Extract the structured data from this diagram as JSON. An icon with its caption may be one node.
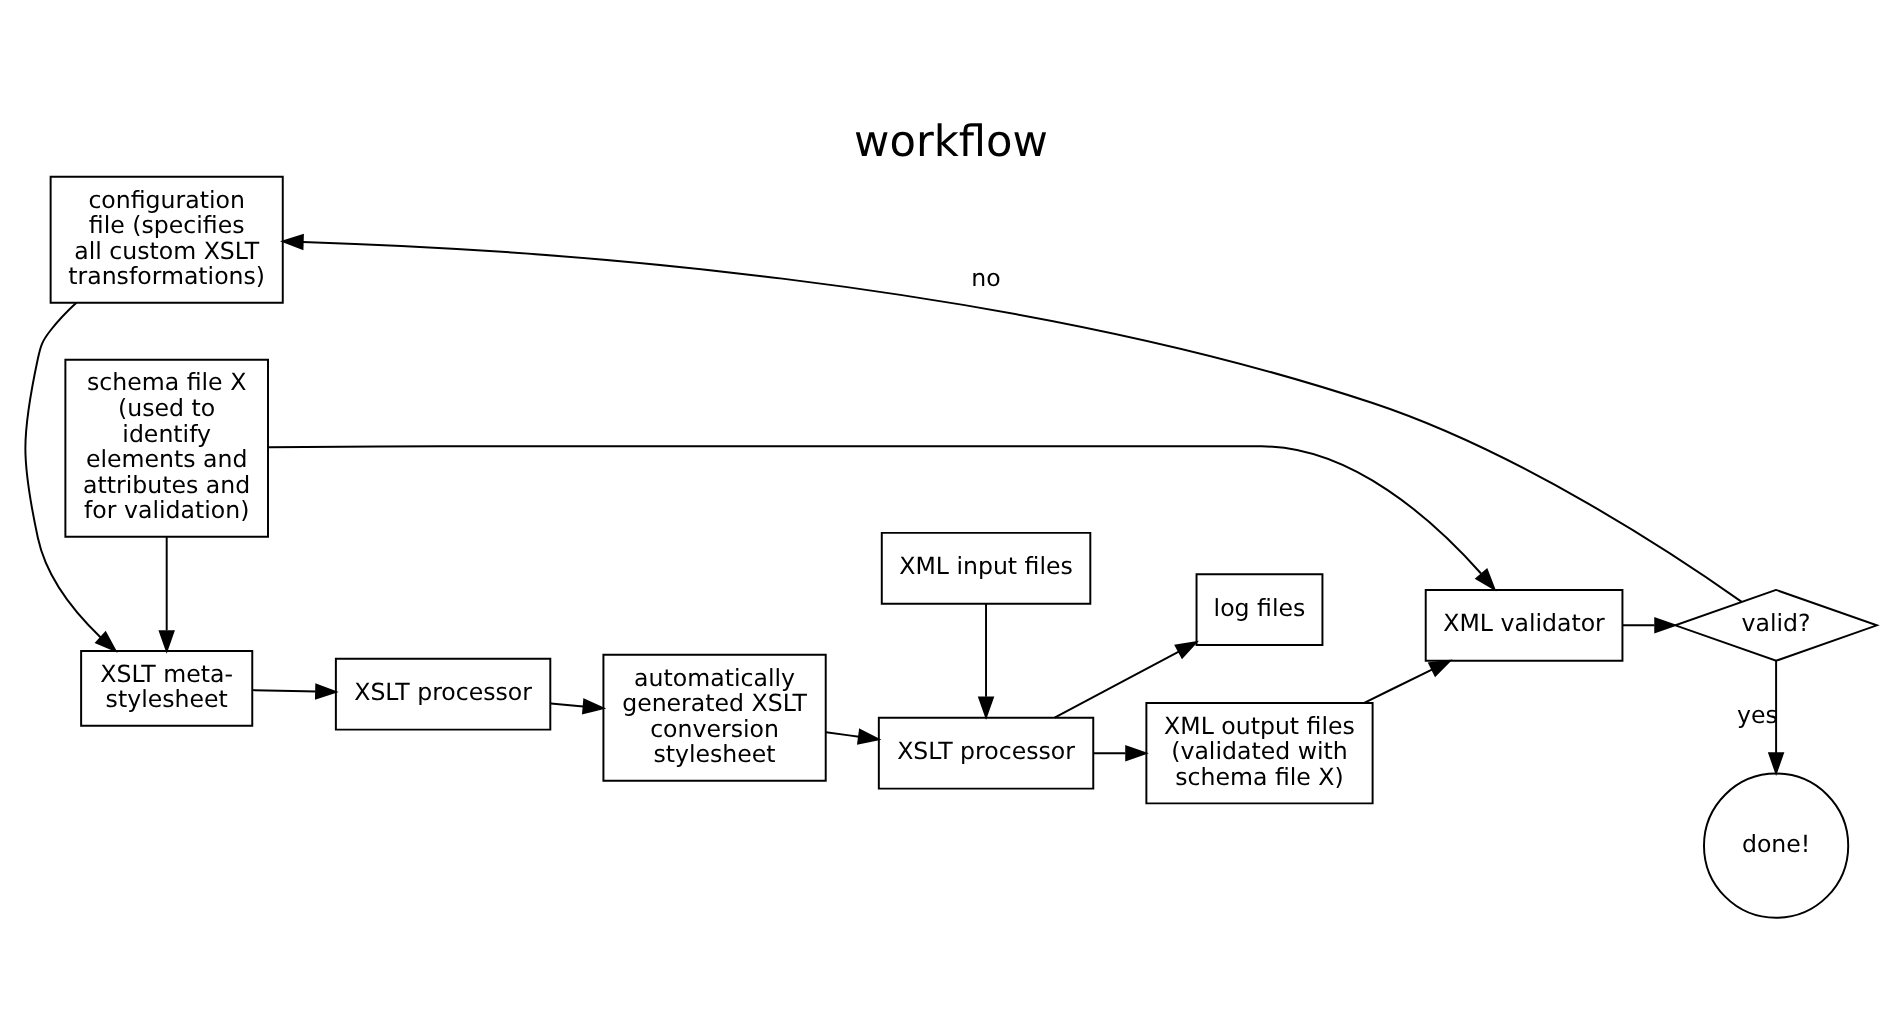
{
  "diagram": {
    "title": "workflow",
    "nodes": [
      {
        "text": [
          "configuration file (specifies all custom XSLT transformations)"
        ]
      },
      {
        "text": [
          "XSLT meta-stylesheet"
        ]
      },
      {
        "text": [
          "XSLT processor"
        ]
      },
      {
        "text": [
          "automatically generated XSLT conversion stylesheet"
        ]
      },
      {
        "text": [
          "XSLT processor"
        ]
      },
      {
        "text": [
          "XML output files (validated with schema file X)"
        ]
      },
      {
        "text": [
          "XML validator"
        ]
      },
      {
        "text": [
          "valid?"
        ]
      },
      {
        "text": [
          "schema file X (used to identify elements and attributes and for validation)"
        ]
      },
      {
        "text": [
          "XML input files"
        ]
      },
      {
        "text": [
          "log files"
        ]
      },
      {
        "text": [
          "done!"
        ]
      }
    ],
    "edges": [
      {
        "from": 0,
        "to": 1,
        "arrow": "to"
      },
      {
        "from": 8,
        "to": 1,
        "arrow": "to"
      },
      {
        "from": 1,
        "to": 2,
        "arrow": "to"
      },
      {
        "from": 2,
        "to": 3,
        "arrow": "to"
      },
      {
        "from": 3,
        "to": 4,
        "arrow": "to"
      },
      {
        "from": 9,
        "to": 4,
        "arrow": "to"
      },
      {
        "from": 4,
        "to": 5,
        "arrow": "to"
      },
      {
        "from": 4,
        "to": 10,
        "arrow": "to"
      },
      {
        "from": 5,
        "to": 6,
        "arrow": "to"
      },
      {
        "from": 8,
        "to": 6,
        "arrow": "to"
      },
      {
        "from": 6,
        "to": 7,
        "arrow": "to"
      },
      {
        "from": 7,
        "to": 0,
        "arrow": "to",
        "label": "no"
      },
      {
        "from": 7,
        "to": 11,
        "arrow": "to",
        "label": "yes"
      }
    ]
  }
}
